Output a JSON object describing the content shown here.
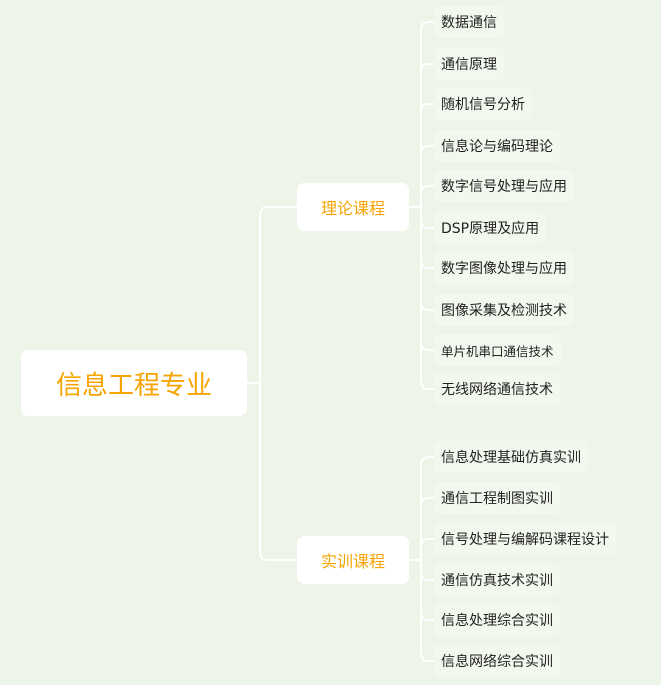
{
  "root": {
    "label": "信息工程专业"
  },
  "branches": [
    {
      "label": "理论课程",
      "items": [
        "数据通信",
        "通信原理",
        "随机信号分析",
        "信息论与编码理论",
        "数字信号处理与应用",
        "DSP原理及应用",
        "数字图像处理与应用",
        "图像采集及检测技术",
        "单片机串口通信技术",
        "无线网络通信技术"
      ]
    },
    {
      "label": "实训课程",
      "items": [
        "信息处理基础仿真实训",
        "通信工程制图实训",
        "信号处理与编解码课程设计",
        "通信仿真技术实训",
        "信息处理综合实训",
        "信息网络综合实训"
      ]
    }
  ],
  "colors": {
    "background": "#edf4e8",
    "accent": "#f7a400",
    "connector": "#ffffff"
  }
}
